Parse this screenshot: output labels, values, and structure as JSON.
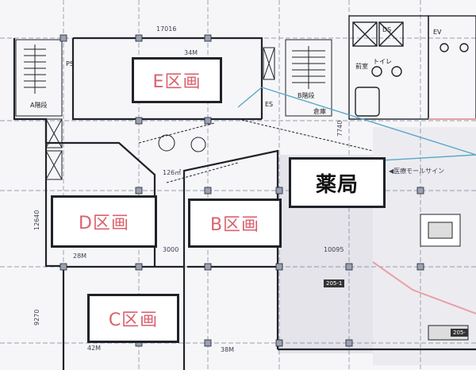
{
  "zones": {
    "e": {
      "label": "E区画",
      "area": "34M"
    },
    "d": {
      "label": "D区画",
      "area": "28M"
    },
    "b": {
      "label": "B区画",
      "area": "38M"
    },
    "c": {
      "label": "C区画",
      "area": "42M"
    },
    "pharmacy": {
      "label": "薬局"
    }
  },
  "dimensions": {
    "top_width": "17016",
    "mid_width": "3000",
    "right_width": "10095",
    "left_height_upper": "12640",
    "left_height_lower": "9270",
    "plaza_area": "126㎡",
    "diag_right": "7740"
  },
  "stairs": {
    "a": "A階段",
    "b": "B階段"
  },
  "rooms": {
    "warehouse": "倉庫",
    "anteroom": "前室",
    "ds": "DS",
    "ps": "PS",
    "toilet": "トイレ",
    "ev": "EV",
    "es": "ES"
  },
  "signage": "◀医療モールサイン",
  "unit_tag_1": "205-1",
  "unit_tag_2": "205-",
  "colors": {
    "wall": "#1f2329",
    "grid": "#4a4f6a",
    "pink_text": "#d9626e",
    "blue_line": "#5aa8c8",
    "pink_line": "#e8a0a6",
    "floor_fill": "#e8e8ec"
  }
}
